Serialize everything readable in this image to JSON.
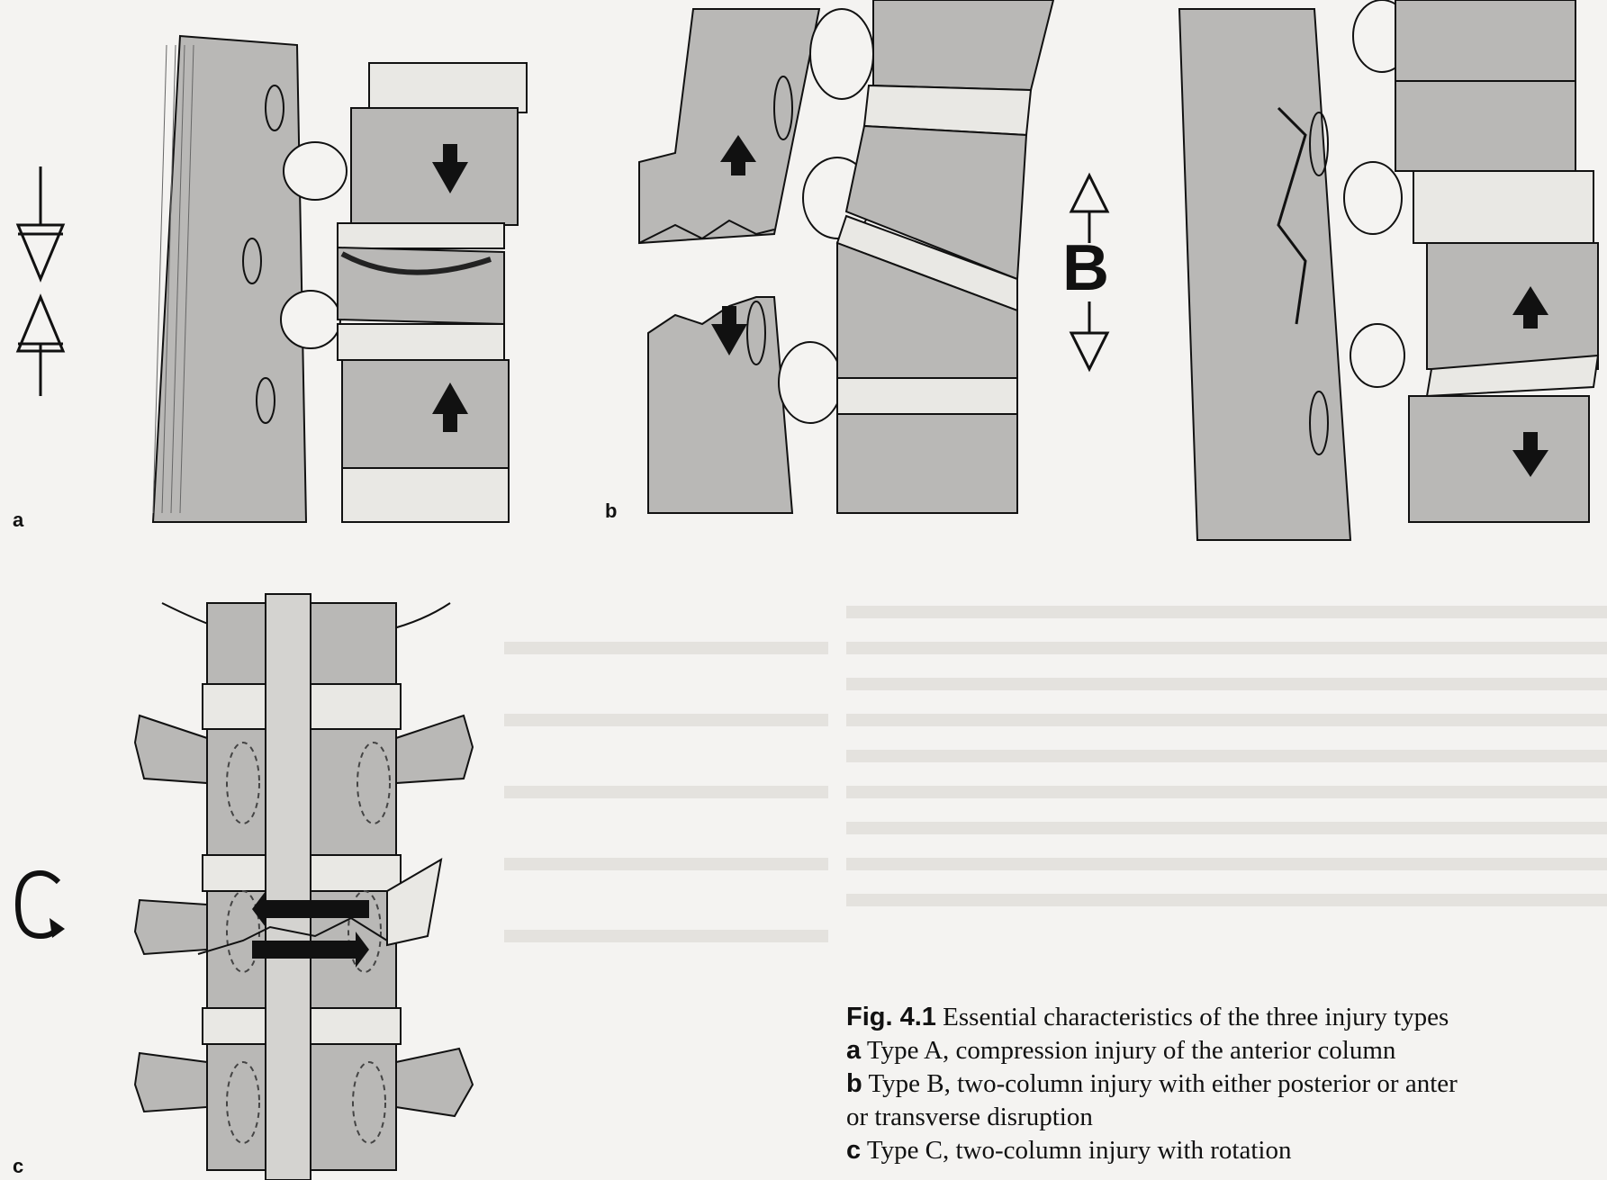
{
  "panels": {
    "a": {
      "label": "a"
    },
    "b": {
      "label": "b"
    },
    "c": {
      "label": "c"
    },
    "symbol_b": "B"
  },
  "caption": {
    "fig_label": "Fig. 4.1",
    "title": "Essential characteristics of the three injury types",
    "items": [
      {
        "label": "a",
        "text": "Type A, compression injury of the anterior column"
      },
      {
        "label": "b",
        "text": "Type B, two-column injury with either posterior or anter"
      },
      {
        "label": "",
        "text": "or transverse disruption"
      },
      {
        "label": "c",
        "text": "Type C, two-column injury with rotation"
      }
    ]
  },
  "colors": {
    "bone": "#b9b8b6",
    "disc": "#e9e8e4",
    "ink": "#111111",
    "background": "#f4f3f1"
  }
}
